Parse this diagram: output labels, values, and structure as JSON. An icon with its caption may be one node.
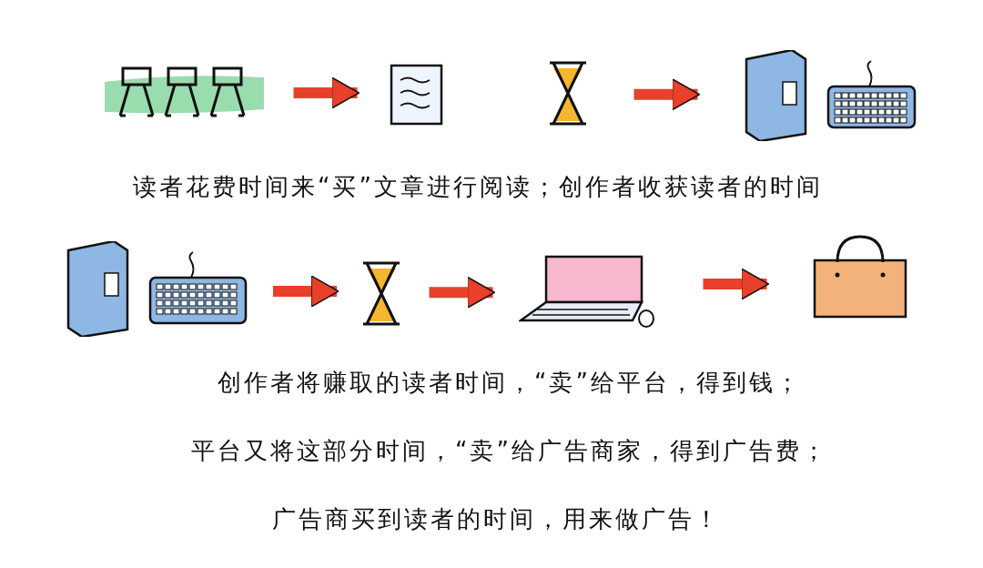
{
  "diagram": {
    "nodes": [
      {
        "text": [],
        "shape": "picture"
      },
      {
        "text": [],
        "shape": "picture"
      },
      {
        "text": [],
        "shape": "picture"
      },
      {
        "text": [],
        "shape": "picture"
      },
      {
        "text": [],
        "shape": "picture"
      },
      {
        "text": [],
        "shape": "picture"
      },
      {
        "text": [],
        "shape": "picture"
      },
      {
        "text": [],
        "shape": "picture"
      }
    ],
    "edges": [
      {
        "from": 0,
        "to": 1,
        "arrow": "to"
      },
      {
        "from": 2,
        "to": 3,
        "arrow": "to"
      },
      {
        "from": 4,
        "to": 5,
        "arrow": "to"
      },
      {
        "from": 5,
        "to": 6,
        "arrow": "to"
      },
      {
        "from": 6,
        "to": 7,
        "arrow": "to"
      }
    ],
    "labels": [
      "读者花费时间来“买”文章进行阅读；创作者收获读者的时间",
      "创作者将赚取的读者时间，“卖”给平台，得到钱；",
      "平台又将这部分时间，“卖”给广告商家，得到广告费；",
      "广告商买到读者的时间，用来做广告！"
    ]
  }
}
